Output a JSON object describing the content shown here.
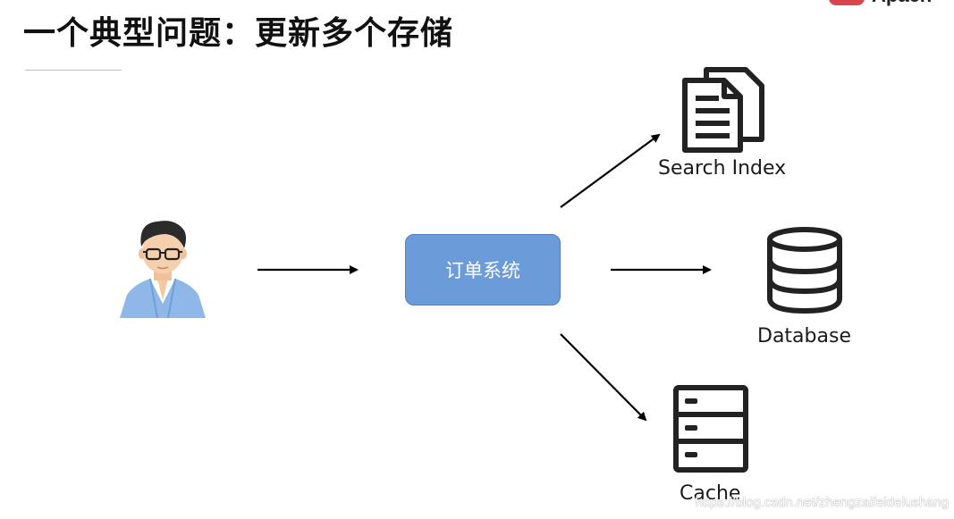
{
  "title": "一个典型问题：更新多个存储",
  "nodes": {
    "user": {
      "icon": "user-avatar-icon"
    },
    "order_system": {
      "label": "订单系统"
    },
    "search_index": {
      "label": "Search Index",
      "icon": "documents-icon"
    },
    "database": {
      "label": "Database",
      "icon": "database-icon"
    },
    "cache": {
      "label": "Cache",
      "icon": "server-icon"
    }
  },
  "edges": [
    {
      "from": "user",
      "to": "order_system"
    },
    {
      "from": "order_system",
      "to": "search_index"
    },
    {
      "from": "order_system",
      "to": "database"
    },
    {
      "from": "order_system",
      "to": "cache"
    }
  ],
  "watermark": "https://blog.csdn.net/zhengzaifeidelushang",
  "colors": {
    "order_box_fill": "#6b9bd8",
    "shirt_blue": "#8fb8e8",
    "icon_dark": "#222222"
  }
}
